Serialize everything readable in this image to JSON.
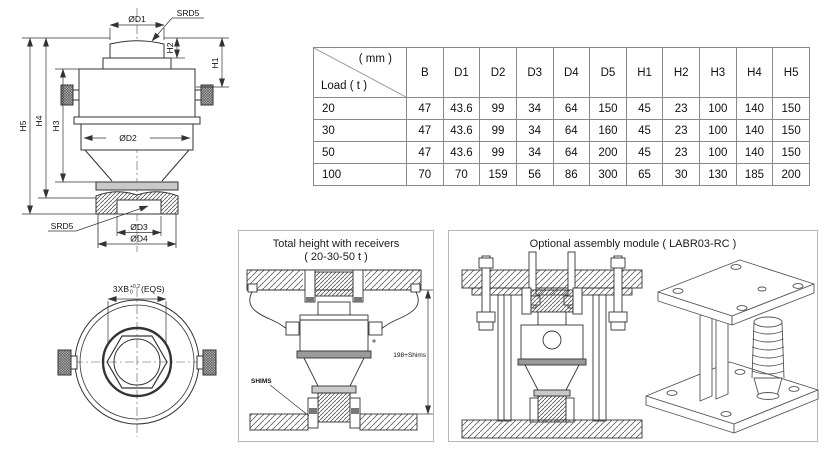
{
  "side_view": {
    "d1": "ØD1",
    "srd5_top": "SRD5",
    "h1": "H1",
    "h2": "H2",
    "h3": "H3",
    "h4": "H4",
    "h5": "H5",
    "d2": "ØD2",
    "srd5_bottom": "SRD5",
    "d3": "ØD3",
    "d4": "ØD4"
  },
  "bottom_view": {
    "prefix": "3XB",
    "tol_top": "+0.2",
    "tol_bottom": "0",
    "suffix": "(EQS)"
  },
  "spec_table": {
    "corner_unit": "( mm )",
    "corner_load": "Load ( t )",
    "columns": [
      "B",
      "D1",
      "D2",
      "D3",
      "D4",
      "D5",
      "H1",
      "H2",
      "H3",
      "H4",
      "H5"
    ],
    "rows": [
      {
        "load": "20",
        "values": [
          "47",
          "43.6",
          "99",
          "34",
          "64",
          "150",
          "45",
          "23",
          "100",
          "140",
          "150"
        ]
      },
      {
        "load": "30",
        "values": [
          "47",
          "43.6",
          "99",
          "34",
          "64",
          "160",
          "45",
          "23",
          "100",
          "140",
          "150"
        ]
      },
      {
        "load": "50",
        "values": [
          "47",
          "43.6",
          "99",
          "34",
          "64",
          "200",
          "45",
          "23",
          "100",
          "140",
          "150"
        ]
      },
      {
        "load": "100",
        "values": [
          "70",
          "70",
          "159",
          "56",
          "86",
          "300",
          "65",
          "30",
          "130",
          "185",
          "200"
        ]
      }
    ]
  },
  "receivers_panel": {
    "title": "Total height with receivers",
    "subtitle": "( 20-30-50 t )",
    "total_height_dim": "198+Shims",
    "shims_label": "SHIMS"
  },
  "assembly_panel": {
    "title": "Optional assembly module ( LABR03-RC )"
  }
}
